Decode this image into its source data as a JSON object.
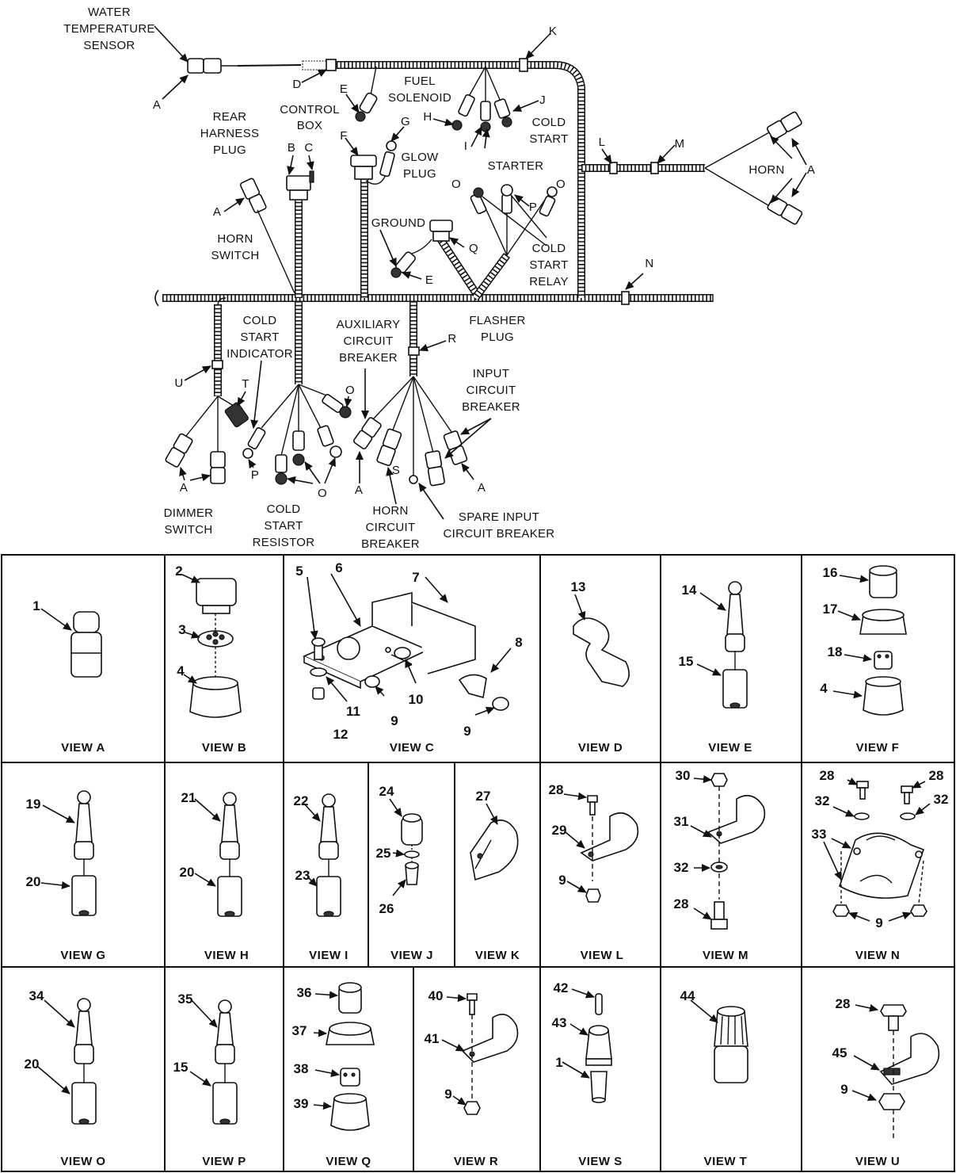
{
  "harness": {
    "labels": {
      "water_temp_1": "WATER",
      "water_temp_2": "TEMPERATURE",
      "water_temp_3": "SENSOR",
      "fuel_1": "FUEL",
      "fuel_2": "SOLENOID",
      "control_1": "CONTROL",
      "control_2": "BOX",
      "rear_1": "REAR",
      "rear_2": "HARNESS",
      "rear_3": "PLUG",
      "glow_1": "GLOW",
      "glow_2": "PLUG",
      "cold_start_1": "COLD",
      "cold_start_2": "START",
      "starter": "STARTER",
      "horn": "HORN",
      "horn_switch_1": "HORN",
      "horn_switch_2": "SWITCH",
      "ground": "GROUND",
      "relay_1": "COLD",
      "relay_2": "START",
      "relay_3": "RELAY",
      "flasher_1": "FLASHER",
      "flasher_2": "PLUG",
      "csi_1": "COLD",
      "csi_2": "START",
      "csi_3": "INDICATOR",
      "aux_1": "AUXILIARY",
      "aux_2": "CIRCUIT",
      "aux_3": "BREAKER",
      "input_1": "INPUT",
      "input_2": "CIRCUIT",
      "input_3": "BREAKER",
      "dimmer_1": "DIMMER",
      "dimmer_2": "SWITCH",
      "csr_1": "COLD",
      "csr_2": "START",
      "csr_3": "RESISTOR",
      "hcb_1": "HORN",
      "hcb_2": "CIRCUIT",
      "hcb_3": "BREAKER",
      "spare_1": "SPARE INPUT",
      "spare_2": "CIRCUIT BREAKER"
    },
    "letters": {
      "A": "A",
      "B": "B",
      "C": "C",
      "D": "D",
      "E": "E",
      "F": "F",
      "G": "G",
      "H": "H",
      "I": "I",
      "J": "J",
      "K": "K",
      "L": "L",
      "M": "M",
      "N": "N",
      "O": "O",
      "P": "P",
      "Q": "Q",
      "R": "R",
      "S": "S",
      "T": "T",
      "U": "U"
    }
  },
  "views": {
    "A": {
      "title": "VIEW A",
      "parts": [
        "1"
      ]
    },
    "B": {
      "title": "VIEW B",
      "parts": [
        "2",
        "3",
        "4"
      ]
    },
    "C": {
      "title": "VIEW C",
      "parts": [
        "5",
        "6",
        "7",
        "8",
        "9",
        "10",
        "11",
        "12"
      ]
    },
    "D": {
      "title": "VIEW D",
      "parts": [
        "13"
      ]
    },
    "E": {
      "title": "VIEW E",
      "parts": [
        "14",
        "15"
      ]
    },
    "F": {
      "title": "VIEW F",
      "parts": [
        "16",
        "17",
        "18",
        "4"
      ]
    },
    "G": {
      "title": "VIEW G",
      "parts": [
        "19",
        "20"
      ]
    },
    "H": {
      "title": "VIEW H",
      "parts": [
        "21",
        "20"
      ]
    },
    "I": {
      "title": "VIEW I",
      "parts": [
        "22",
        "23"
      ]
    },
    "J": {
      "title": "VIEW J",
      "parts": [
        "24",
        "25",
        "26"
      ]
    },
    "K": {
      "title": "VIEW K",
      "parts": [
        "27"
      ]
    },
    "L": {
      "title": "VIEW L",
      "parts": [
        "28",
        "29",
        "9"
      ]
    },
    "M": {
      "title": "VIEW M",
      "parts": [
        "30",
        "31",
        "32",
        "28"
      ]
    },
    "N": {
      "title": "VIEW N",
      "parts": [
        "28",
        "28",
        "32",
        "32",
        "33",
        "9"
      ]
    },
    "O": {
      "title": "VIEW O",
      "parts": [
        "34",
        "20"
      ]
    },
    "P": {
      "title": "VIEW P",
      "parts": [
        "35",
        "15"
      ]
    },
    "Q": {
      "title": "VIEW Q",
      "parts": [
        "36",
        "37",
        "38",
        "39"
      ]
    },
    "R": {
      "title": "VIEW R",
      "parts": [
        "40",
        "41",
        "9"
      ]
    },
    "S": {
      "title": "VIEW S",
      "parts": [
        "42",
        "43",
        "1"
      ]
    },
    "T": {
      "title": "VIEW T",
      "parts": [
        "44"
      ]
    },
    "U": {
      "title": "VIEW U",
      "parts": [
        "28",
        "45",
        "9"
      ]
    }
  }
}
